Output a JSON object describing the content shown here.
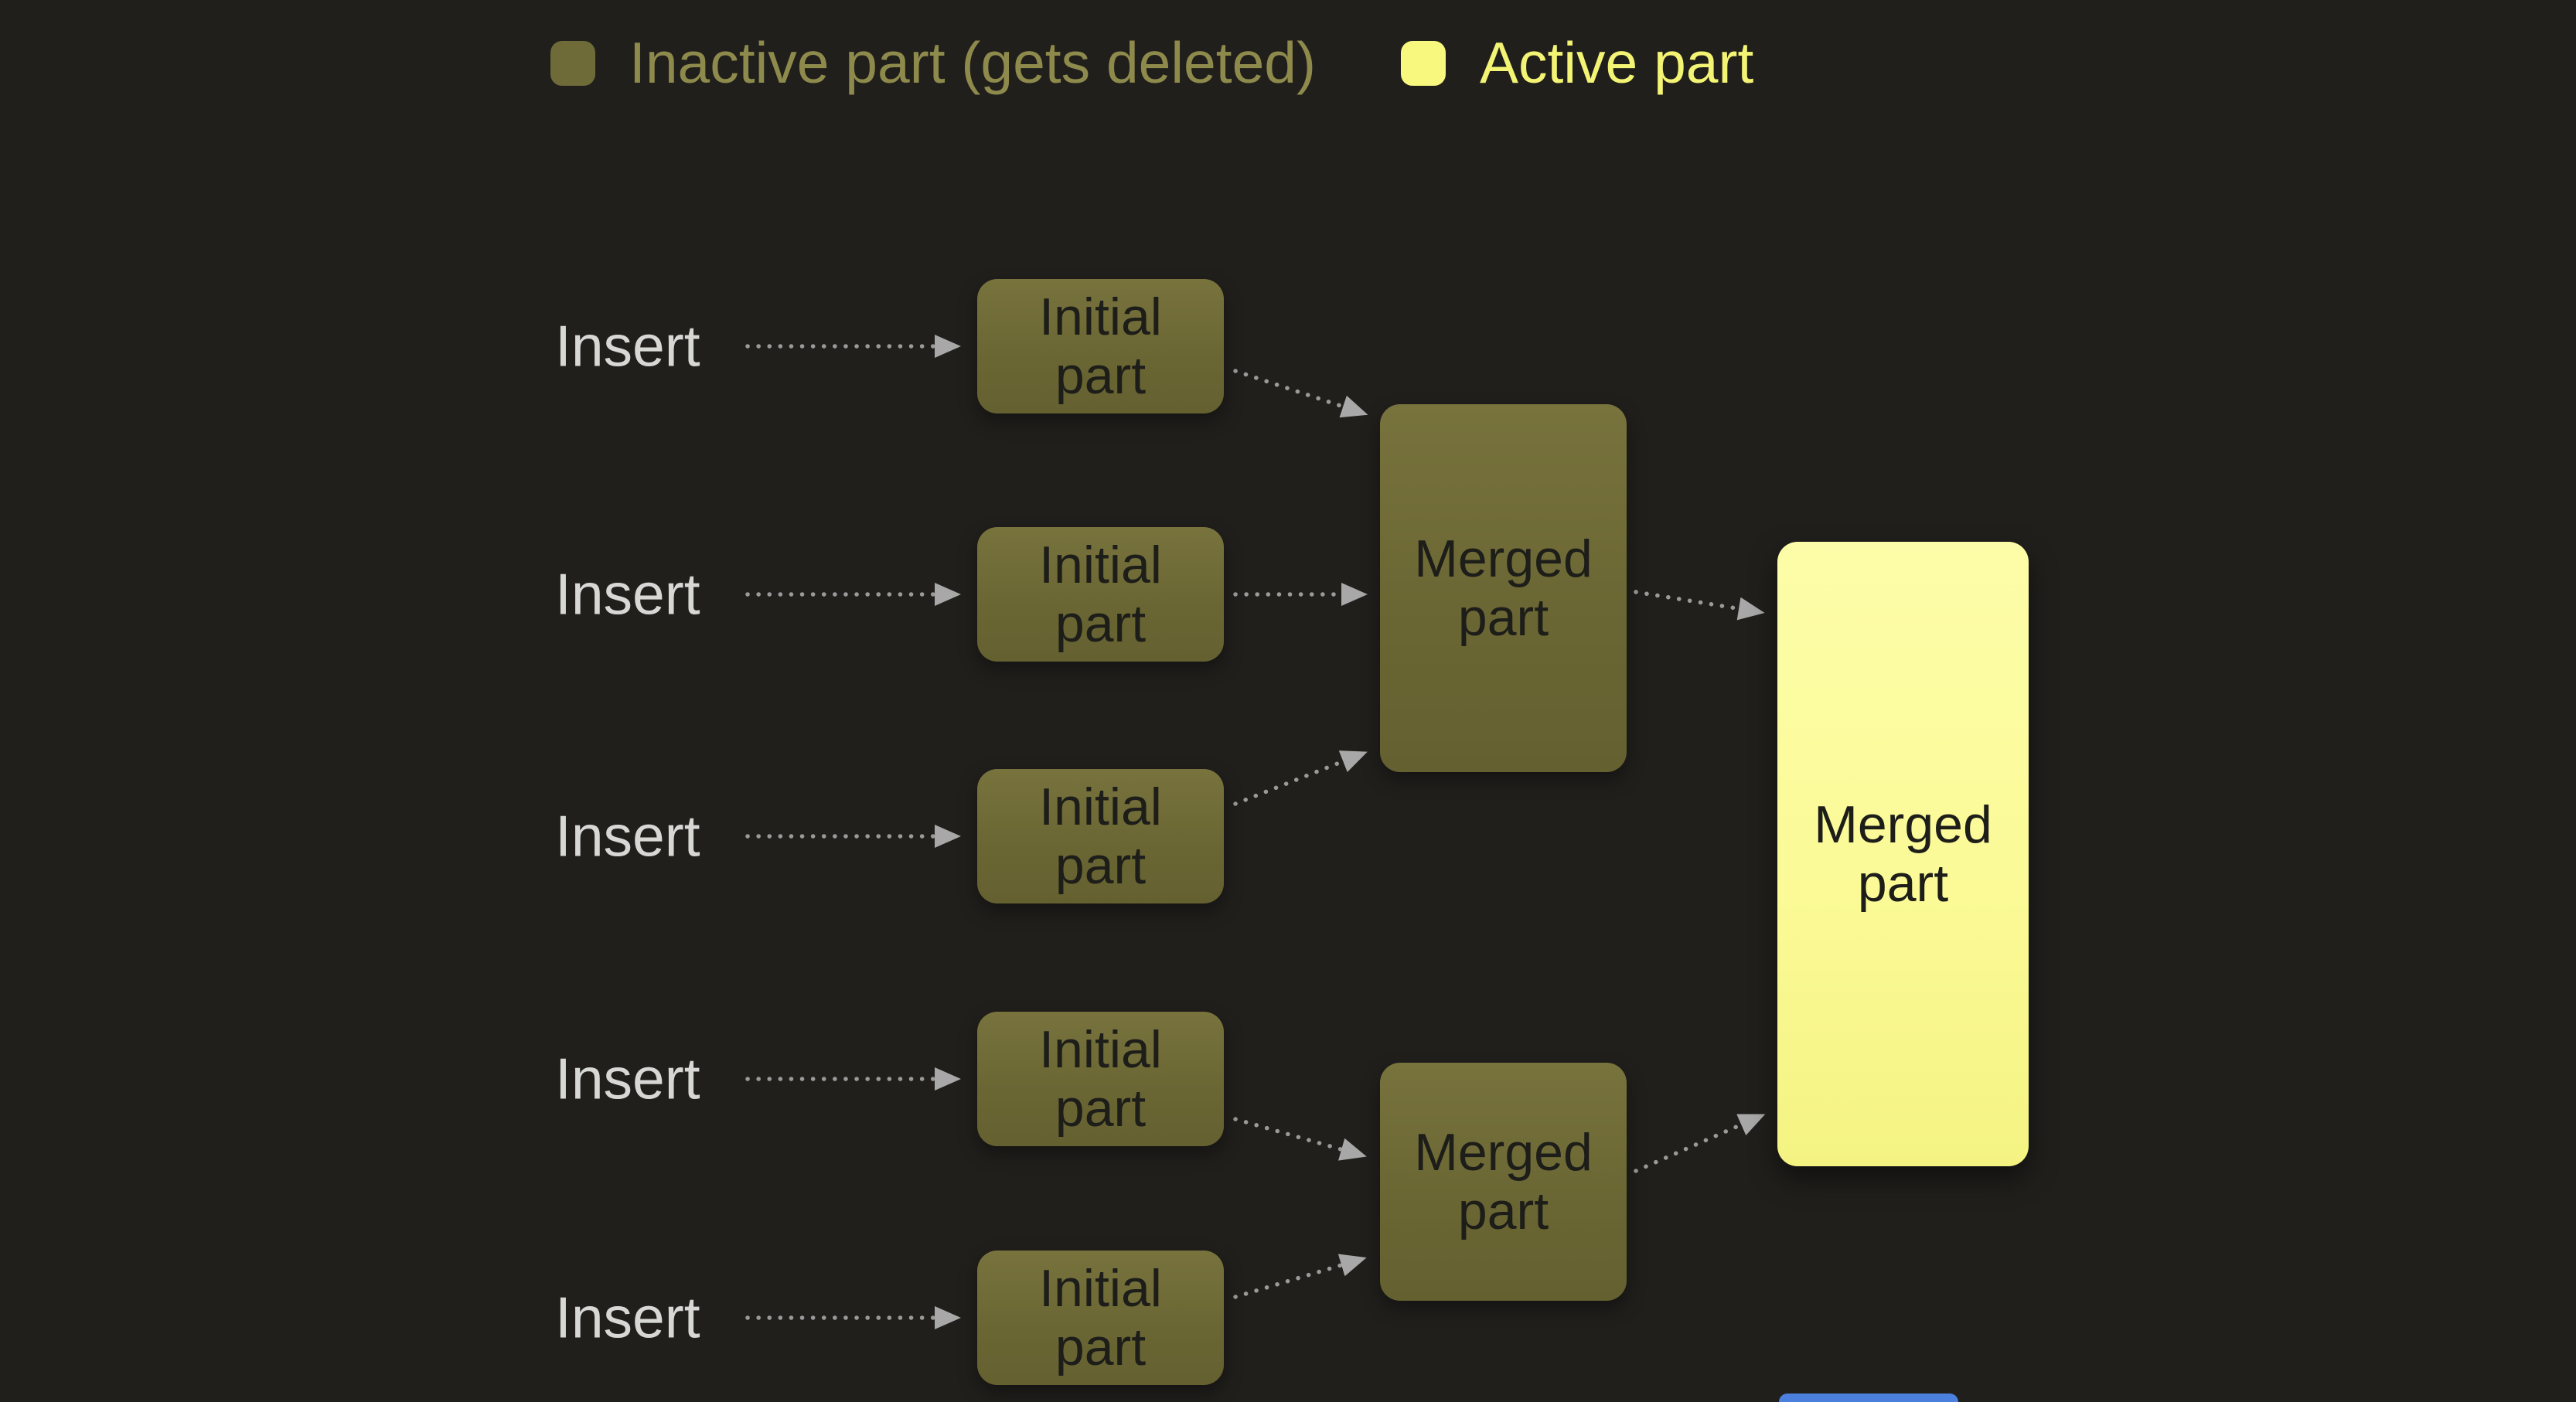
{
  "legend": {
    "inactive_label": "Inactive part (gets deleted)",
    "active_label": "Active part",
    "inactive_color": "#6f6b38",
    "active_color": "#f8f77e"
  },
  "rows": [
    {
      "insert": "Insert",
      "box": "Initial part"
    },
    {
      "insert": "Insert",
      "box": "Initial part"
    },
    {
      "insert": "Insert",
      "box": "Initial part"
    },
    {
      "insert": "Insert",
      "box": "Initial part"
    },
    {
      "insert": "Insert",
      "box": "Initial part"
    }
  ],
  "merged": {
    "top": "Merged part",
    "bottom": "Merged part",
    "final": "Merged part"
  },
  "colors": {
    "background": "#201f1c",
    "inactive_box": "#6f6b38",
    "active_box": "#fbfa97",
    "arrow": "#9a9a9a",
    "insert_text": "#d7d7d5",
    "box_text": "#1d1d19",
    "partial_blue_edge": "#4c80df"
  }
}
